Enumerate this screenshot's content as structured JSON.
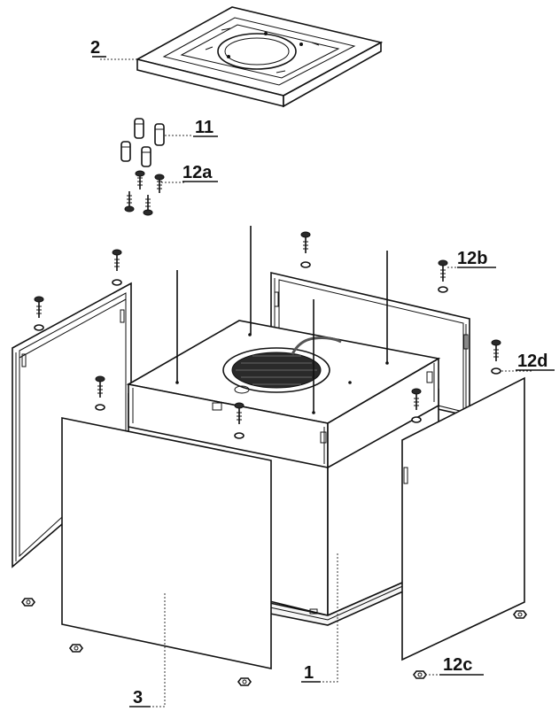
{
  "labels": {
    "part_1": "1",
    "part_2": "2",
    "part_3": "3",
    "part_11": "11",
    "part_12a": "12a",
    "part_12b": "12b",
    "part_12c": "12c",
    "part_12d": "12d"
  },
  "colors": {
    "line": "#111111",
    "background": "#ffffff",
    "grille": "#2a2a2a"
  }
}
